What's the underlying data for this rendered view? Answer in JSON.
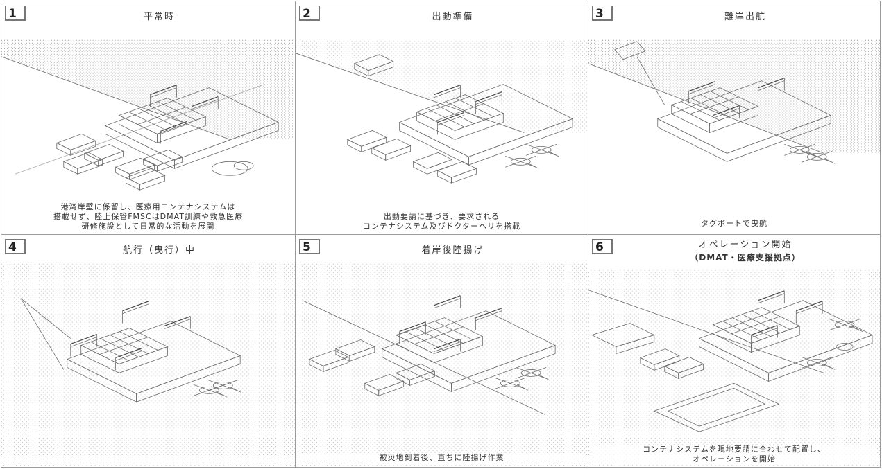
{
  "panels": [
    {
      "number": "1",
      "title": "平常時",
      "subtitle": "",
      "caption": [
        "港湾岸壁に係留し、医療用コンテナシステムは",
        "搭載せず、陸上保管FMSCはDMAT訓練や救急医療",
        "研修施設として日常的な活動を展開"
      ]
    },
    {
      "number": "2",
      "title": "出動準備",
      "subtitle": "",
      "caption": [
        "出動要請に基づき、要求される",
        "コンテナシステム及びドクターヘリを搭載"
      ]
    },
    {
      "number": "3",
      "title": "離岸出航",
      "subtitle": "",
      "caption": [
        "タグボートで曳航"
      ]
    },
    {
      "number": "4",
      "title": "航行（曳行）中",
      "subtitle": "",
      "caption": []
    },
    {
      "number": "5",
      "title": "着岸後陸揚げ",
      "subtitle": "",
      "caption": [
        "被災地到着後、直ちに陸揚げ作業"
      ]
    },
    {
      "number": "6",
      "title": "オペレーション開始",
      "subtitle": "（DMAT・医療支援拠点）",
      "caption": [
        "コンテナシステムを現地要請に合わせて配置し、",
        "オペレーションを開始"
      ]
    }
  ]
}
